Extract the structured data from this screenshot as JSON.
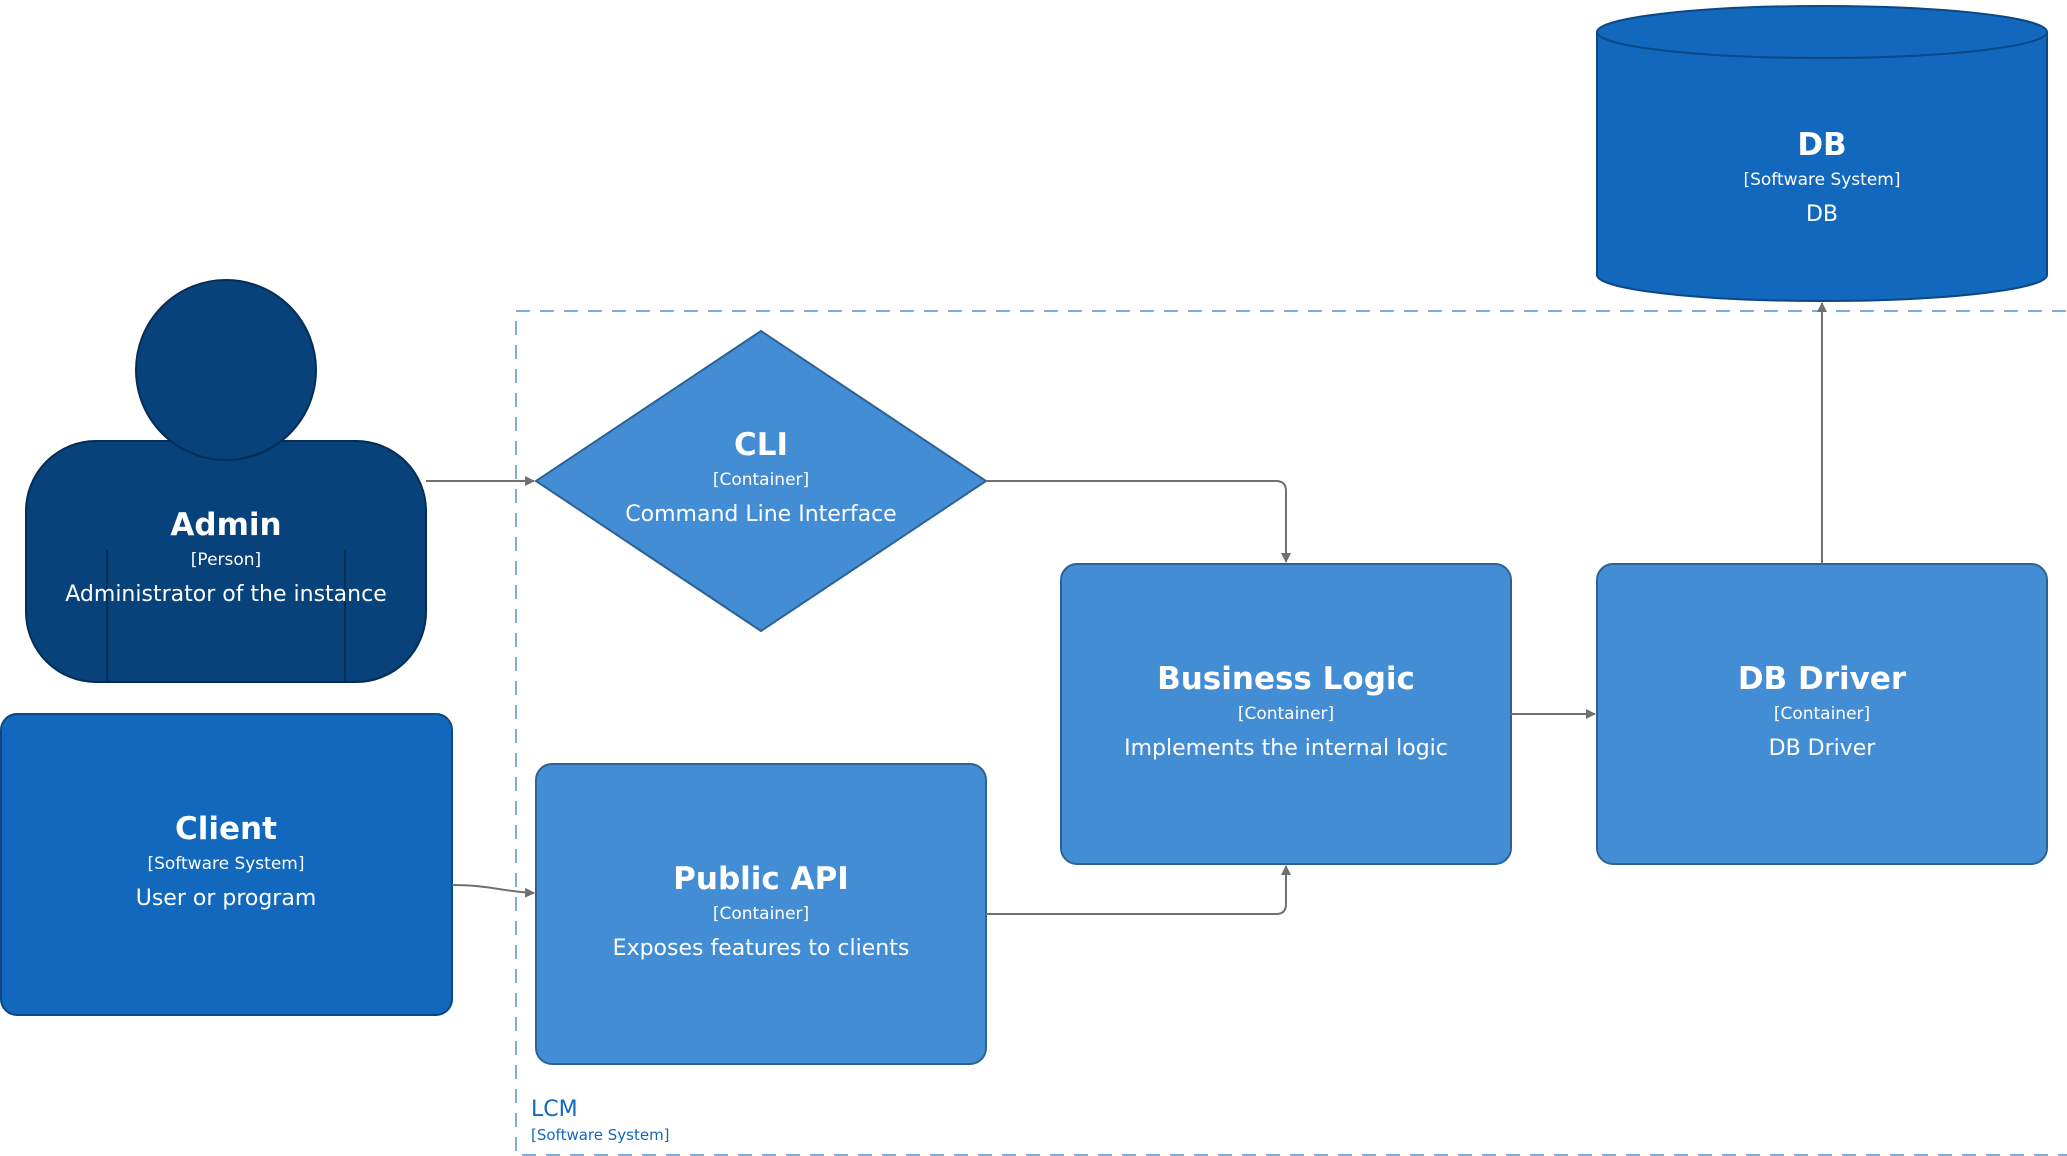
{
  "colors": {
    "person": "#08427b",
    "software_system": "#1168bd",
    "container": "#438dd5",
    "boundary": "#1168bd",
    "arrow": "#707070"
  },
  "boundary": {
    "title": "LCM",
    "type": "[Software System]"
  },
  "nodes": {
    "admin": {
      "title": "Admin",
      "type": "[Person]",
      "description": "Administrator of the instance"
    },
    "client": {
      "title": "Client",
      "type": "[Software System]",
      "description": "User or program"
    },
    "cli": {
      "title": "CLI",
      "type": "[Container]",
      "description": "Command Line Interface"
    },
    "public_api": {
      "title": "Public API",
      "type": "[Container]",
      "description": "Exposes features to clients"
    },
    "business_logic": {
      "title": "Business Logic",
      "type": "[Container]",
      "description": "Implements the internal logic"
    },
    "db_driver": {
      "title": "DB Driver",
      "type": "[Container]",
      "description": "DB Driver"
    },
    "db": {
      "title": "DB",
      "type": "[Software System]",
      "description": "DB"
    }
  },
  "relationships": [
    {
      "from": "Admin",
      "to": "CLI"
    },
    {
      "from": "Client",
      "to": "Public API"
    },
    {
      "from": "CLI",
      "to": "Business Logic"
    },
    {
      "from": "Public API",
      "to": "Business Logic"
    },
    {
      "from": "Business Logic",
      "to": "DB Driver"
    },
    {
      "from": "DB Driver",
      "to": "DB"
    }
  ]
}
